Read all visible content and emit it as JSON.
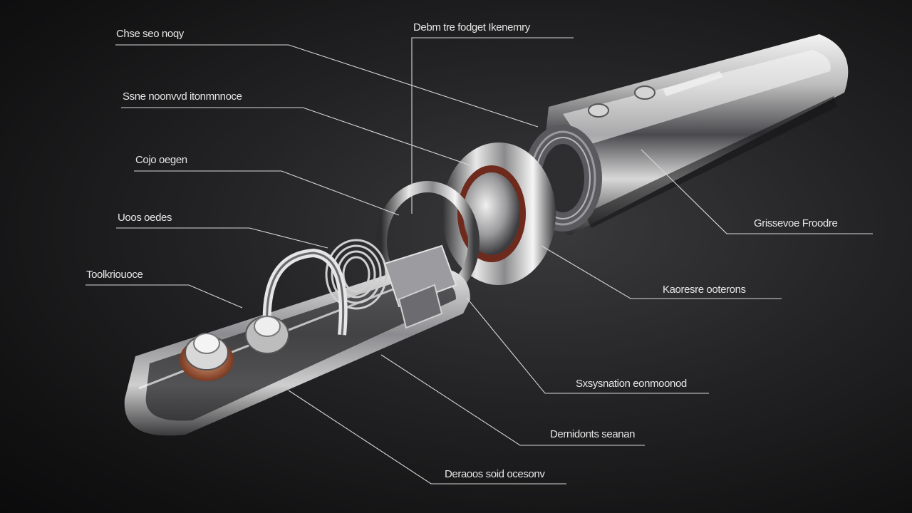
{
  "labels": [
    "Chse seo noqy",
    "Ssne noonvvd itonmnnoce",
    "Cojo oegen",
    "Uoos oedes",
    "Toolkriouoce",
    "Debm tre fodget Ikenemry",
    "Grissevoe Froodre",
    "Kaoresre ooterons",
    "Sxsysnation eonmoonod",
    "Dernidonts seanan",
    "Deraoos soid ocesonv"
  ],
  "colors": {
    "background": "#1a1a1c",
    "leader_line": "#d8d8d8",
    "label_text": "#e6e6e6",
    "chrome_light": "#f2f2f2",
    "chrome_dark": "#3c3c40",
    "copper": "#b5603e"
  }
}
